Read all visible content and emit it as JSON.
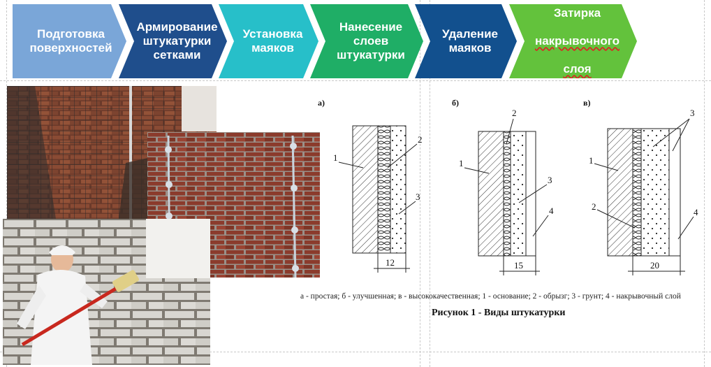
{
  "steps": [
    {
      "label": "Подготовка\nповерхностей",
      "color": "#7aa6d8"
    },
    {
      "label": "Армирование\nштукатурки\nсетками",
      "color": "#1f4e8c"
    },
    {
      "label": "Установка\nмаяков",
      "color": "#27bfc9"
    },
    {
      "label": "Нанесение\nслоев\nштукатурки",
      "color": "#1fae66"
    },
    {
      "label": "Удаление\nмаяков",
      "color": "#12508e"
    },
    {
      "label_line1": "Затирка",
      "label_line2": "накрывочного",
      "label_line3": "слоя",
      "color": "#63c23c"
    }
  ],
  "figure": {
    "panels": [
      "а)",
      "б)",
      "в)"
    ],
    "panel_a": {
      "labels": [
        "1",
        "2",
        "3"
      ],
      "dimension": "12"
    },
    "panel_b": {
      "labels": [
        "1",
        "2",
        "3",
        "4"
      ],
      "dimension": "15"
    },
    "panel_c": {
      "labels": [
        "1",
        "2",
        "3",
        "4"
      ],
      "dimension": "20"
    },
    "legend": "а - простая; б - улучшенная; в - высококачественная; 1 - основание; 2 - обрызг; 3 - грунт; 4 - накрывочный слой",
    "title": "Рисунок 1 - Виды штукатурки"
  }
}
